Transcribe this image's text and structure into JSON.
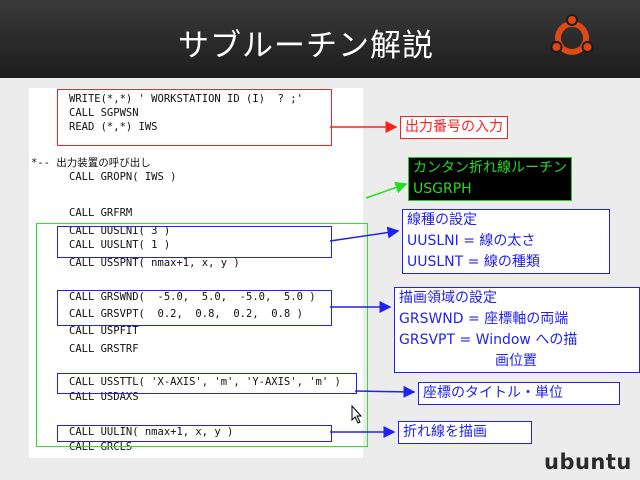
{
  "slide": {
    "title": "サブルーチン解説",
    "brand_text": "ubuntu"
  },
  "code_lines": [
    "WRITE(*,*) ' WORKSTATION ID (I)  ? ;'",
    "CALL SGPWSN",
    "READ (*,*) IWS",
    "*-- 出力装置の呼び出し",
    "CALL GROPN( IWS )",
    "CALL GRFRM",
    "CALL UUSLNI( 3 )",
    "CALL UUSLNT( 1 )",
    "CALL USSPNT( nmax+1, x, y )",
    "CALL GRSWND(  -5.0,  5.0,  -5.0,  5.0 )",
    "CALL GRSVPT(  0.2,  0.8,  0.2,  0.8 )",
    "CALL USPFIT",
    "CALL GRSTRF",
    "CALL USSTTL( 'X-AXIS', 'm', 'Y-AXIS', 'm' )",
    "CALL USDAXS",
    "CALL UULIN( nmax+1, x, y )",
    "CALL GRCLS"
  ],
  "callouts": {
    "output": [
      "出力番号の入力"
    ],
    "kantan": [
      "カンタン折れ線ルーチン",
      "USGRPH"
    ],
    "line_type": [
      "線種の設定",
      "UUSLNI =  線の太さ",
      "UUSLNT =  線の種類"
    ],
    "region": [
      "描画領域の設定",
      "GRSWND =  座標軸の両端",
      "GRSVPT = Window  への描",
      "画位置"
    ],
    "title_unit": [
      "座標のタイトル・単位"
    ],
    "draw": [
      "折れ線を描画"
    ]
  },
  "colors": {
    "red": "#ff2020",
    "blue": "#2222ee",
    "green": "#33dd33",
    "ubuntu_orange": "#dd4814"
  },
  "icons": {
    "logo": "ubuntu-circle-of-friends-icon",
    "cursor": "mouse-pointer-icon"
  }
}
